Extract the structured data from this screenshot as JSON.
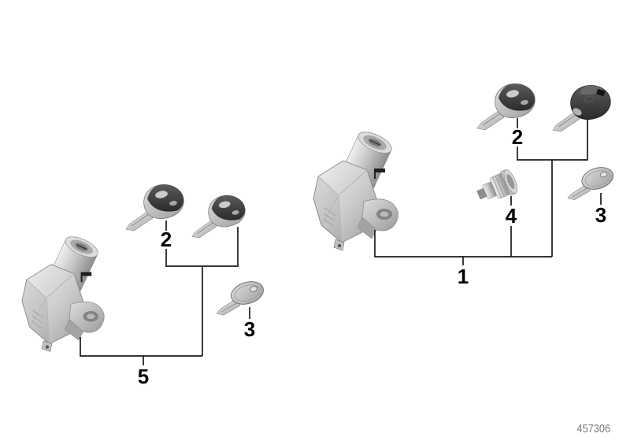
{
  "diagram": {
    "part_number": "457306",
    "callouts": {
      "c1": "1",
      "c2_left": "2",
      "c2_right": "2",
      "c3_left": "3",
      "c3_right": "3",
      "c4": "4",
      "c5": "5"
    },
    "part_icons": {
      "lock_left": "lock-cylinder-assembly",
      "lock_right": "lock-cylinder-assembly",
      "remote_key": "remote-key",
      "remote_key_coded": "remote-key-coded",
      "flat_key": "key-blank",
      "barrel": "lock-barrel"
    },
    "colors": {
      "background": "#ffffff",
      "leader_line": "#1a1a1a",
      "label_text": "#000000",
      "part_number_text": "#7a7a7a",
      "metal_light": "#e9e9e9",
      "metal_mid": "#b8b8b8",
      "metal_dark": "#8a8a8a",
      "plastic_dark": "#333333"
    }
  }
}
